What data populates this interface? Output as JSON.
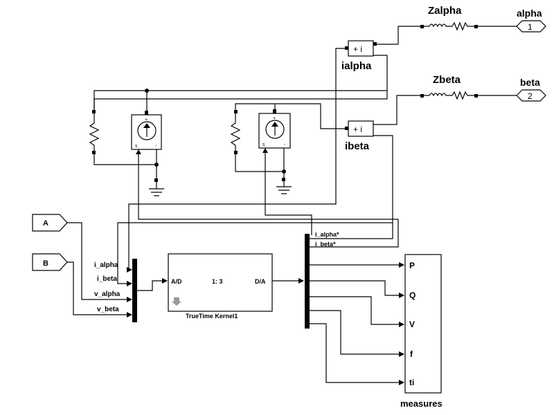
{
  "signals": {
    "alpha_label": "alpha",
    "alpha_port": "1",
    "beta_label": "beta",
    "beta_port": "2",
    "zalpha": "Zalpha",
    "zbeta": "Zbeta",
    "ialpha": "ialpha",
    "ibeta": "ibeta",
    "sum_sign": "+ i",
    "source_plus": "+",
    "source_s": "s",
    "source_minus": "-"
  },
  "inputs": {
    "a_label": "A",
    "b_label": "B"
  },
  "mux": {
    "in1": "i_alpha",
    "in2": "i_beta",
    "in3": "v_alpha",
    "in4": "v_beta"
  },
  "kernel": {
    "ad": "A/D",
    "ratio": "1: 3",
    "da": "D/A",
    "name": "TrueTime Kernel1"
  },
  "demux": {
    "out1": "i_alpha*",
    "out2": "i_beta*"
  },
  "measures": {
    "name": "measures",
    "ports": [
      "P",
      "Q",
      "V",
      "f",
      "ti"
    ]
  }
}
